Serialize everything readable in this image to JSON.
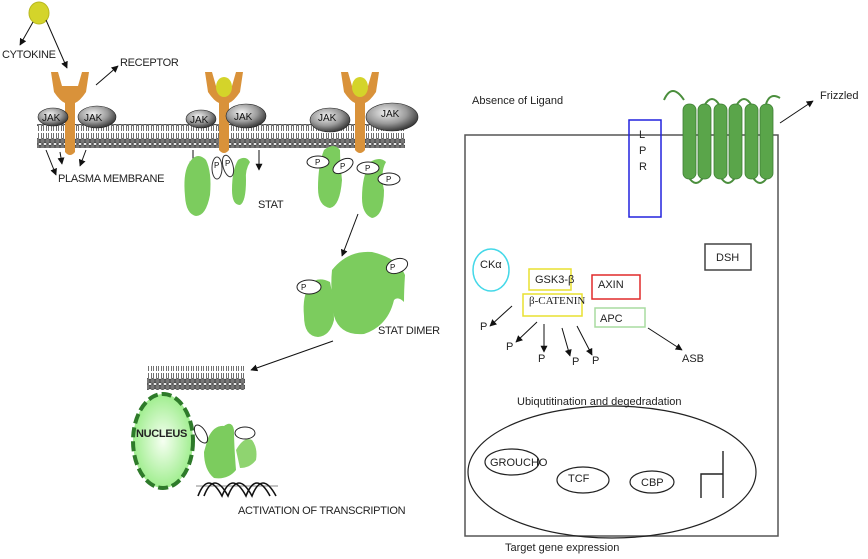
{
  "jak_stat": {
    "cytokine_label": "CYTOKINE",
    "receptor_label": "RECEPTOR",
    "membrane_label": "PLASMA MEMBRANE",
    "jak_label": "JAK",
    "stat_label": "STAT",
    "stat_dimer_label": "STAT DIMER",
    "nucleus_label": "NUCLEUS",
    "transcription_label": "ACTIVATION OF TRANSCRIPTION",
    "phospho_label": "P"
  },
  "wnt": {
    "condition_label": "Absence of Ligand",
    "frizzled_label": "Frizzled",
    "lpr_letters": [
      "L",
      "P",
      "R"
    ],
    "ck_alpha_label": "CKα",
    "gsk3b_label": "GSK3-β",
    "axin_label": "AXIN",
    "beta_catenin_label": "β-CATENIN",
    "apc_label": "APC",
    "dsh_label": "DSH",
    "asb_label": "ASB",
    "phospho_label": "P",
    "ubiquitination_label": "Ubiqutitination and degedradation",
    "groucho_label": "GROUCHO",
    "tcf_label": "TCF",
    "cbp_label": "CBP",
    "target_gene_label": "Target gene expression"
  },
  "colors": {
    "receptor": "#d9923a",
    "cytokine": "#d4d42a",
    "stat": "#7ccc5e",
    "frizzled": "#5aa54a",
    "lpr_box": "#2222dd",
    "ck_alpha": "#44d8e8",
    "gsk3b_box": "#e8e030",
    "axin_box": "#e02a2a",
    "apc_box": "#a8dca0",
    "nucleus": "#9ef08a"
  }
}
